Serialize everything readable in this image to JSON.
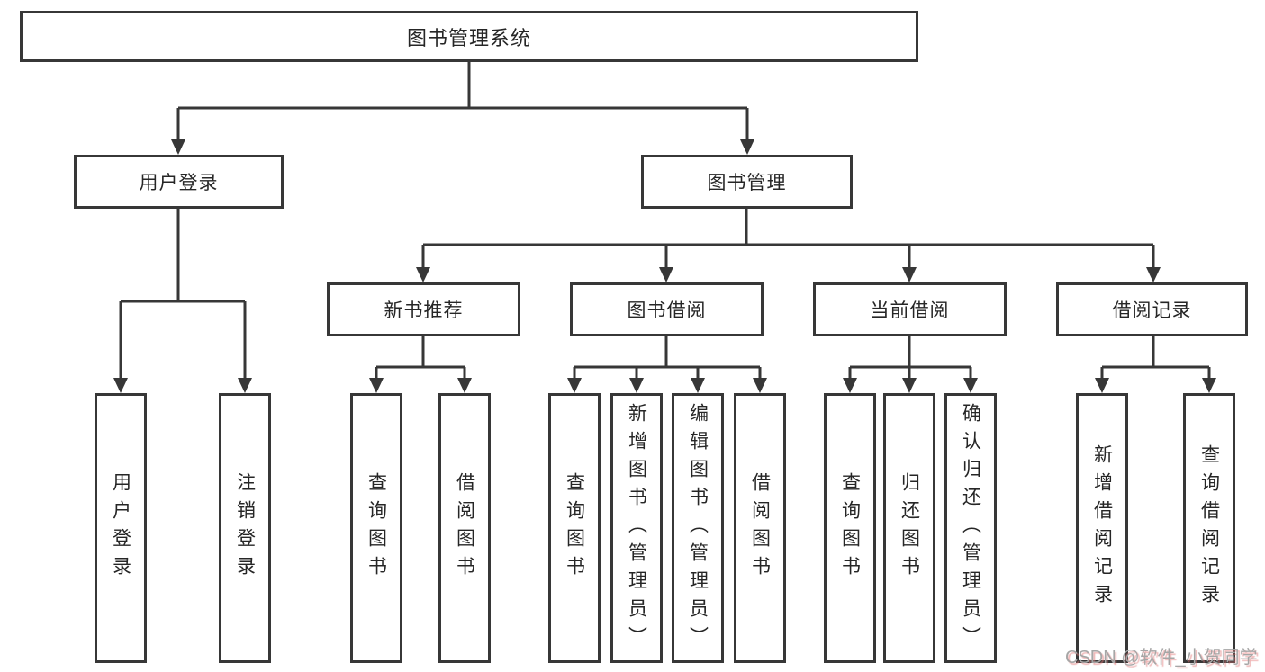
{
  "diagram": {
    "title_node": {
      "label": "图书管理系统"
    },
    "level2": [
      {
        "label": "用户登录"
      },
      {
        "label": "图书管理"
      }
    ],
    "level3": [
      {
        "label": "新书推荐",
        "parent": "图书管理"
      },
      {
        "label": "图书借阅",
        "parent": "图书管理"
      },
      {
        "label": "当前借阅",
        "parent": "图书管理"
      },
      {
        "label": "借阅记录",
        "parent": "图书管理"
      }
    ],
    "leaves": [
      {
        "label": "用户登录",
        "parent": "用户登录"
      },
      {
        "label": "注销登录",
        "parent": "用户登录"
      },
      {
        "label": "查询图书",
        "parent": "新书推荐"
      },
      {
        "label": "借阅图书",
        "parent": "新书推荐"
      },
      {
        "label": "查询图书",
        "parent": "图书借阅"
      },
      {
        "label": "新增图书（管理员）",
        "parent": "图书借阅"
      },
      {
        "label": "编辑图书（管理员）",
        "parent": "图书借阅"
      },
      {
        "label": "借阅图书",
        "parent": "图书借阅"
      },
      {
        "label": "查询图书",
        "parent": "当前借阅"
      },
      {
        "label": "归还图书",
        "parent": "当前借阅"
      },
      {
        "label": "确认归还（管理员）",
        "parent": "当前借阅"
      },
      {
        "label": "新增借阅记录",
        "parent": "借阅记录"
      },
      {
        "label": "查询借阅记录",
        "parent": "借阅记录"
      }
    ]
  },
  "watermark": {
    "text": "CSDN @软件_小贺同学"
  },
  "colors": {
    "line": "#373737",
    "text": "#262626",
    "background": "#ffffff",
    "watermark": "#a6a6a6"
  }
}
